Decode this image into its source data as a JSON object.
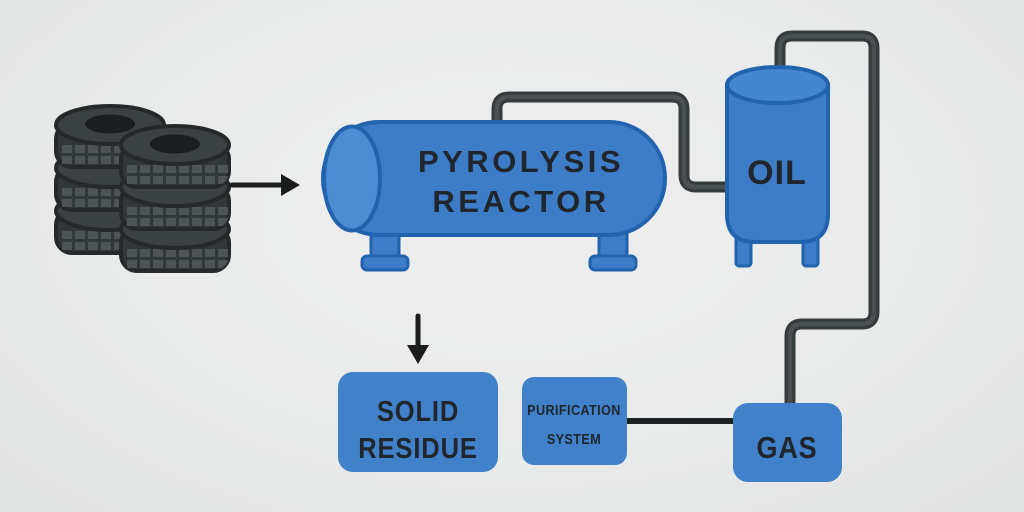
{
  "diagram": {
    "nodes": {
      "reactor": {
        "label_line1": "PYROLYSIS",
        "label_line2": "REACTOR"
      },
      "oil_tank": {
        "label": "OIL"
      },
      "solid_residue": {
        "label_line1": "SOLID",
        "label_line2": "RESIDUE"
      },
      "purification": {
        "label_line1": "PURIFICATION",
        "label_line2": "SYSTEM"
      },
      "gas": {
        "label": "GAS"
      }
    },
    "edges": [
      {
        "from": "waste-tires",
        "to": "pyrolysis-reactor",
        "type": "arrow"
      },
      {
        "from": "pyrolysis-reactor",
        "to": "oil-tank",
        "type": "pipe"
      },
      {
        "from": "pyrolysis-reactor",
        "to": "solid-residue",
        "type": "arrow"
      },
      {
        "from": "oil-tank",
        "to": "gas",
        "type": "pipe"
      },
      {
        "from": "purification-system",
        "to": "gas",
        "type": "line"
      }
    ],
    "colors": {
      "background": "#e9eaea",
      "vessel_fill": "#3d7dc8",
      "vessel_stroke": "#2263ad",
      "endcap_fill": "#4d8bd3",
      "box_fill": "#4181c9",
      "pipe": "#363b3e",
      "connector": "#1f2224",
      "arrow": "#1a1c1d",
      "label_text": "#20262c",
      "tire_outline": "#26292a",
      "tire_body": "#323739",
      "tire_top": "#3b4042",
      "tire_tread": "#4e5456",
      "tire_hole": "#1b1e1f"
    }
  }
}
